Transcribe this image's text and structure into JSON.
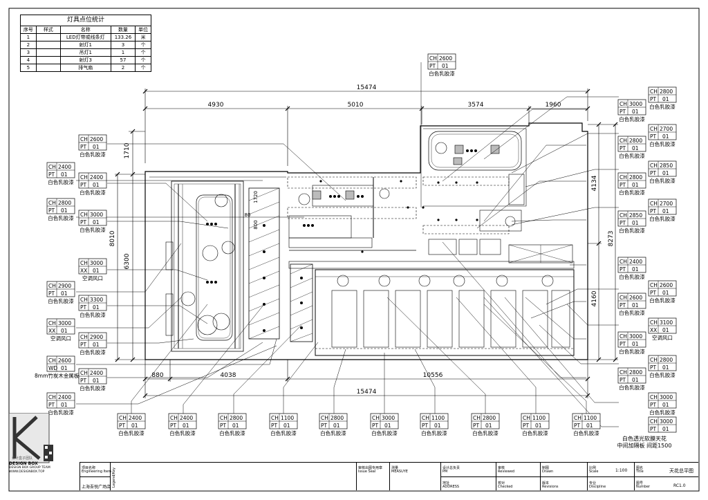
{
  "fixture_table": {
    "title": "灯具点位统计",
    "headers": [
      "序号",
      "样式",
      "名称",
      "数量",
      "单位"
    ],
    "rows": [
      {
        "no": "1",
        "symbol": "line",
        "name": "LED灯带或线条灯",
        "qty": "133.26",
        "unit": "米"
      },
      {
        "no": "2",
        "symbol": "spot-cross",
        "name": "射灯1",
        "qty": "3",
        "unit": "个"
      },
      {
        "no": "3",
        "symbol": "pendant-diamond",
        "name": "吊灯1",
        "qty": "1",
        "unit": "个"
      },
      {
        "no": "4",
        "symbol": "spot-filled",
        "name": "射灯3",
        "qty": "57",
        "unit": "个"
      },
      {
        "no": "5",
        "symbol": "exhaust-square",
        "name": "排气扇",
        "qty": "2",
        "unit": "个"
      }
    ]
  },
  "dimensions": {
    "top_overall": "15474",
    "top_segments": [
      "4930",
      "5010",
      "3574",
      "1960"
    ],
    "bottom_overall": "15474",
    "bottom_segments": [
      "880",
      "4038",
      "10556"
    ],
    "left": [
      "1710",
      "8010",
      "6300",
      "1720",
      "800"
    ],
    "right": [
      "4134",
      "8273",
      "4160"
    ],
    "inner": "80"
  },
  "tags": {
    "paint": "白色乳胶漆",
    "ac_vent": "空调风口",
    "bamboo": "8mm竹炭木金属板",
    "film": "白色透光软膜天花",
    "film_sub": "中间加隔板 间距1500",
    "ch": "CH",
    "pt": "PT",
    "xx": "XX",
    "wd": "WD",
    "one": "01"
  },
  "tag_values": {
    "top": "2600",
    "l1": "2600",
    "l2": "2400",
    "l3": "2400",
    "l4": "2800",
    "l5": "3000",
    "l6": "3000",
    "l7": "2900",
    "l8": "3300",
    "l9": "3000",
    "l10": "2900",
    "l11": "2600",
    "l12": "2400",
    "l13": "2400",
    "r1": "2800",
    "r2": "3000",
    "r3": "2700",
    "r4": "2800",
    "r5": "2850",
    "r6": "2800",
    "r7": "2700",
    "r8": "2850",
    "r9": "2400",
    "r10": "2600",
    "r11": "2600",
    "r12": "3100",
    "r13": "3000",
    "r14": "2800",
    "r15": "2800",
    "r16": "3000",
    "r17": "3000",
    "b1": "2400",
    "b2": "2400",
    "b3": "2800",
    "b4": "1100",
    "b5": "2800",
    "b6": "3000",
    "b7": "1100",
    "b8": "2800",
    "b9": "1100",
    "b10": "1100"
  },
  "title_block": {
    "project_name_label": "项目名称",
    "project_name_en": "Engineering Item",
    "project_name": "上海吾悦广场店",
    "legend_label": "Legend/Key",
    "issue_label": "审核出图专用章",
    "issue_en": "Issue Seal",
    "measure_label": "测量",
    "measure_en": "MEASUYE",
    "pm_label": "设计总负责",
    "pm_en": "PM",
    "address_label": "地址",
    "address_en": "ADDRESS",
    "reviewed_label": "审核",
    "reviewed_en": "Reviewed",
    "checked_label": "校对",
    "checked_en": "Checked",
    "drawn_label": "制图",
    "drawn_en": "Drawn",
    "revisions_label": "版本",
    "revisions_en": "Revisions",
    "scale_label": "比例",
    "scale_en": "Scale",
    "scale_value": "1:100",
    "discipline_label": "专业",
    "discipline_en": "Discipline",
    "title_label": "图名",
    "title_en": "Title",
    "title_value": "天花总平图",
    "number_label": "图号",
    "number_en": "Number",
    "number_value": "RC1.0"
  },
  "logo": {
    "name": "DESIGN BOX",
    "team": "DESIGN BOX GROUP TEAM",
    "site": "WWW.DESIGNBOX.TOP",
    "cn": "设计盒子团队"
  }
}
